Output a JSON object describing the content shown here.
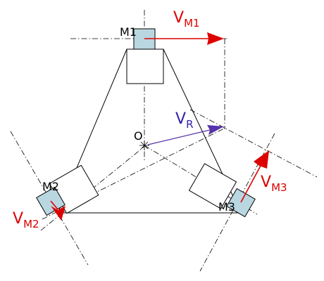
{
  "diagram": {
    "labels": {
      "motor1": "M1",
      "motor2": "M2",
      "motor3": "M3",
      "origin": "O"
    },
    "vectors": {
      "vm1": {
        "base": "V",
        "sub": "M1"
      },
      "vm2": {
        "base": "V",
        "sub": "M2"
      },
      "vm3": {
        "base": "V",
        "sub": "M3"
      },
      "vr": {
        "base": "V",
        "sub": "R"
      }
    },
    "colors": {
      "velocity_arrow": "#dd0000",
      "resultant_arrow": "#5533aa",
      "motor_fill": "#b9d7e1",
      "line": "#000000"
    }
  }
}
